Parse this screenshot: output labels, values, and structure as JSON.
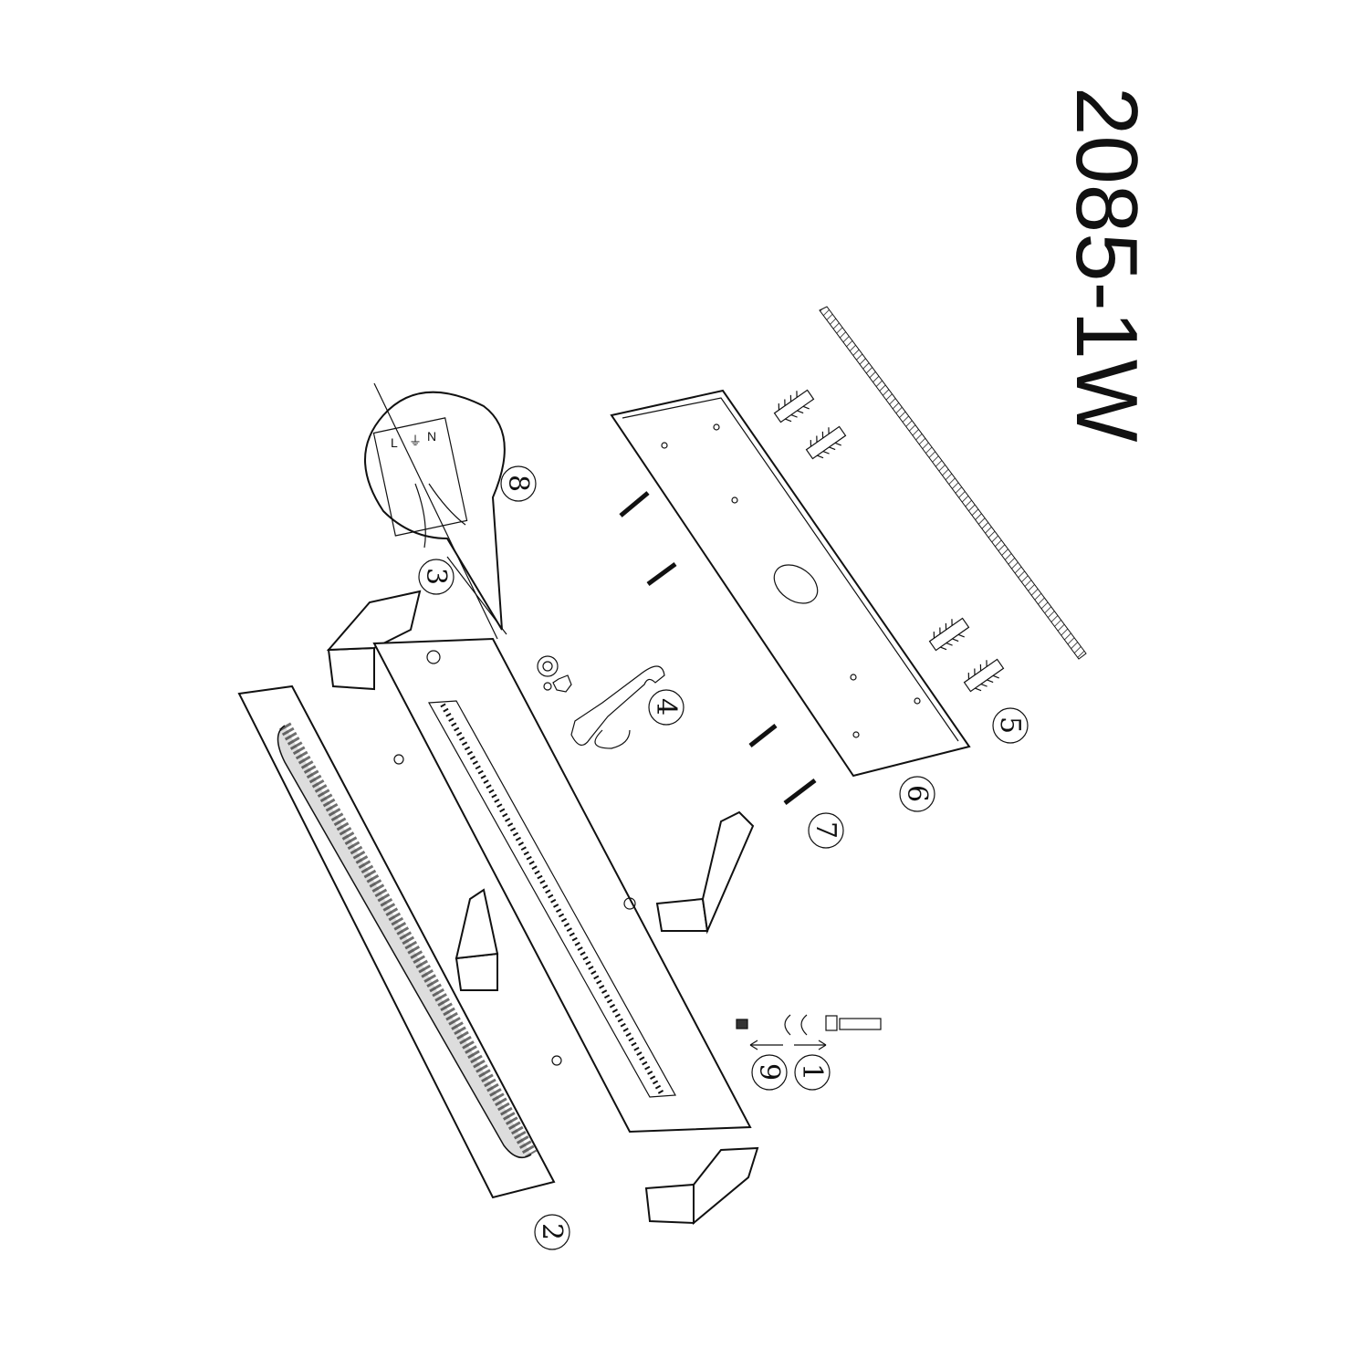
{
  "title": "2085-1W",
  "terminal_labels": {
    "live": "L",
    "earth": "⏚",
    "neutral": "N"
  },
  "callouts": [
    {
      "id": "1",
      "label": "1"
    },
    {
      "id": "2",
      "label": "2"
    },
    {
      "id": "3",
      "label": "3"
    },
    {
      "id": "4",
      "label": "4"
    },
    {
      "id": "5",
      "label": "5"
    },
    {
      "id": "6",
      "label": "6"
    },
    {
      "id": "7",
      "label": "7"
    },
    {
      "id": "8",
      "label": "8"
    },
    {
      "id": "9",
      "label": "9"
    }
  ]
}
